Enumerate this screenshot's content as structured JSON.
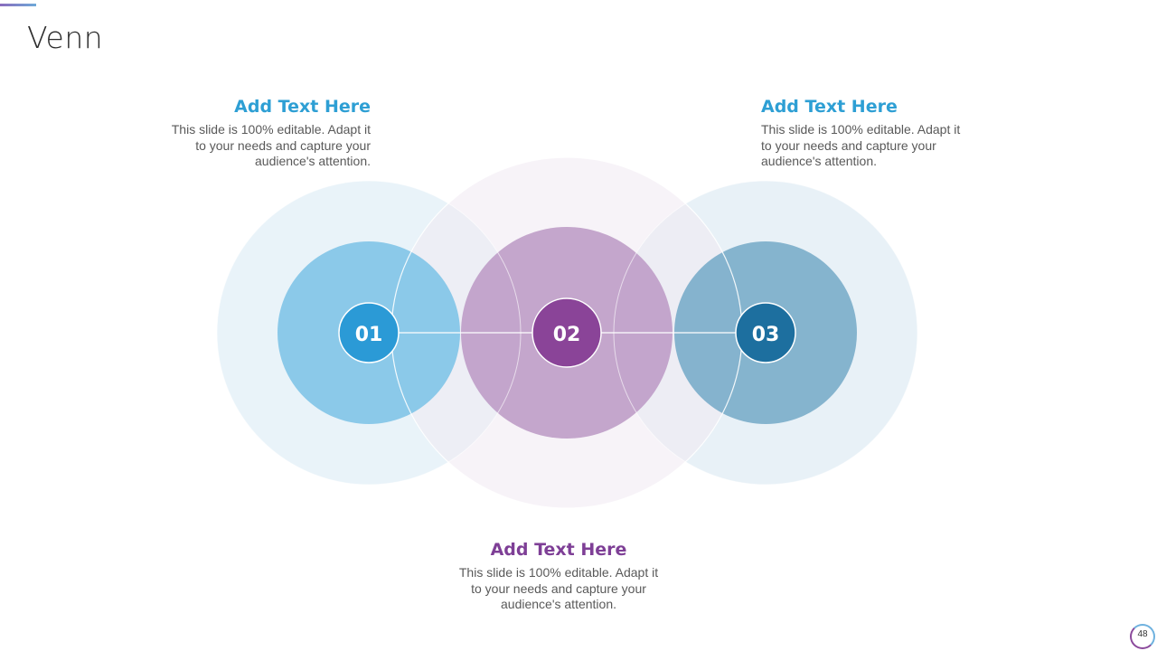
{
  "slide": {
    "title": "Venn",
    "page_number": "48"
  },
  "colors": {
    "blue_outer": "#e7f2f8",
    "blue_inner": "#86c6e8",
    "blue_badge": "#2b9ad6",
    "purple_outer": "#f1e9f3",
    "purple_inner": "#bb98c4",
    "purple_badge": "#8a4498",
    "teal_outer": "#e6f0f6",
    "teal_inner": "#80b0cb",
    "teal_badge": "#1d6f9f",
    "heading_blue": "#2e9fd4",
    "heading_purple": "#7e3f96"
  },
  "circles": [
    {
      "label": "01"
    },
    {
      "label": "02"
    },
    {
      "label": "03"
    }
  ],
  "text_blocks": {
    "left": {
      "heading": "Add Text Here",
      "body": "This slide is 100% editable. Adapt it to your needs and capture your audience's attention."
    },
    "right": {
      "heading": "Add Text Here",
      "body": "This slide is 100% editable. Adapt it to your needs and capture your audience's attention."
    },
    "bottom": {
      "heading": "Add Text Here",
      "body": "This slide is 100% editable. Adapt it to your needs and capture your audience's attention."
    }
  }
}
